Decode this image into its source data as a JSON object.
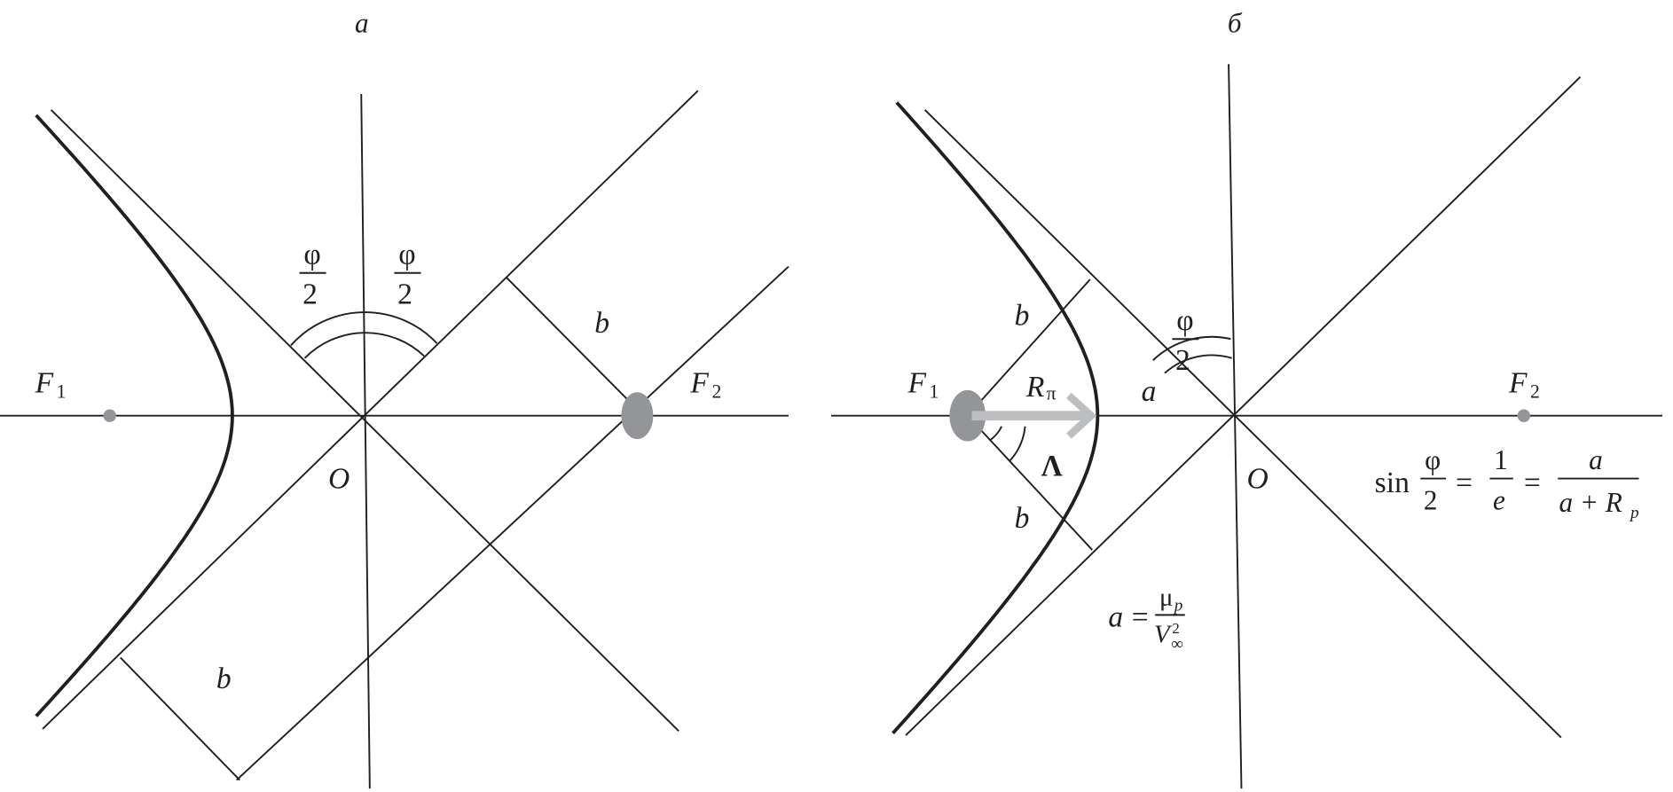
{
  "panel_a": {
    "title": "а",
    "phi": "φ",
    "two": "2",
    "b": "b",
    "F": "F",
    "sub1": "1",
    "sub2": "2",
    "O": "O"
  },
  "panel_b": {
    "title": "б",
    "phi": "φ",
    "two": "2",
    "b": "b",
    "F": "F",
    "sub1": "1",
    "sub2": "2",
    "O": "O",
    "a": "a",
    "R": "R",
    "pi": "π",
    "Lambda": "Λ",
    "formula_sin": {
      "sin": "sin",
      "phi": "φ",
      "two": "2",
      "eq": "=",
      "one": "1",
      "e": "e",
      "a": "a",
      "den": "a + R",
      "p": "p"
    },
    "formula_a": {
      "a": "a",
      "eq": "=",
      "mu": "μ",
      "p": "p",
      "V": "V",
      "inf": "∞",
      "sq": "2"
    }
  },
  "colors": {
    "line": "#231f20",
    "body": "#939598",
    "arrow": "#bcbec0"
  }
}
